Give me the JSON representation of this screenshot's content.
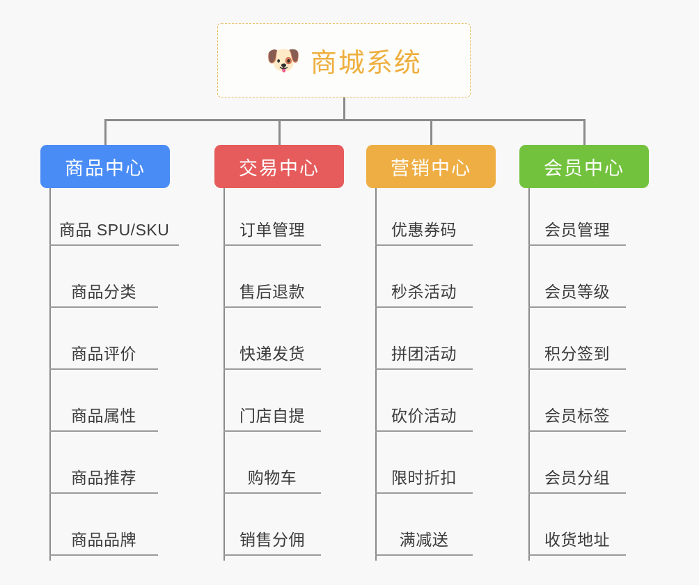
{
  "background_color": "#f8f8f8",
  "root": {
    "icon": "shiba-dog-face-icon",
    "emoji": "🐶",
    "title": "商城系统",
    "border_color": "#eabc64",
    "text_color": "#eeaf3f"
  },
  "columns": [
    {
      "id": "product-center",
      "title": "商品中心",
      "color": "#4a8cf5",
      "items": [
        "商品 SPU/SKU",
        "商品分类",
        "商品评价",
        "商品属性",
        "商品推荐",
        "商品品牌"
      ]
    },
    {
      "id": "trade-center",
      "title": "交易中心",
      "color": "#e65c5c",
      "items": [
        "订单管理",
        "售后退款",
        "快递发货",
        "门店自提",
        "购物车",
        "销售分佣"
      ]
    },
    {
      "id": "marketing-center",
      "title": "营销中心",
      "color": "#eeae43",
      "items": [
        "优惠券码",
        "秒杀活动",
        "拼团活动",
        "砍价活动",
        "限时折扣",
        "满减送"
      ]
    },
    {
      "id": "member-center",
      "title": "会员中心",
      "color": "#73c23e",
      "items": [
        "会员管理",
        "会员等级",
        "积分签到",
        "会员标签",
        "会员分组",
        "收货地址"
      ]
    }
  ],
  "connector_color": "#8a8a8a",
  "leaf_underline_color": "#9a9a9a"
}
